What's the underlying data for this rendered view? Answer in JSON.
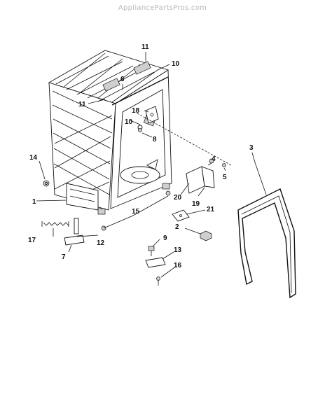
{
  "watermark": "AppliancePartsPros.com",
  "callouts": [
    {
      "id": "1",
      "label": "1"
    },
    {
      "id": "2",
      "label": "2"
    },
    {
      "id": "3",
      "label": "3"
    },
    {
      "id": "4",
      "label": "4"
    },
    {
      "id": "5",
      "label": "5"
    },
    {
      "id": "6",
      "label": "6"
    },
    {
      "id": "7",
      "label": "7"
    },
    {
      "id": "8",
      "label": "8"
    },
    {
      "id": "9",
      "label": "9"
    },
    {
      "id": "10a",
      "label": "10"
    },
    {
      "id": "10b",
      "label": "10"
    },
    {
      "id": "11a",
      "label": "11"
    },
    {
      "id": "11b",
      "label": "11"
    },
    {
      "id": "12",
      "label": "12"
    },
    {
      "id": "13",
      "label": "13"
    },
    {
      "id": "14",
      "label": "14"
    },
    {
      "id": "15",
      "label": "15"
    },
    {
      "id": "16",
      "label": "16"
    },
    {
      "id": "17",
      "label": "17"
    },
    {
      "id": "18",
      "label": "18"
    },
    {
      "id": "19",
      "label": "19"
    },
    {
      "id": "20",
      "label": "20"
    },
    {
      "id": "21",
      "label": "21"
    }
  ]
}
